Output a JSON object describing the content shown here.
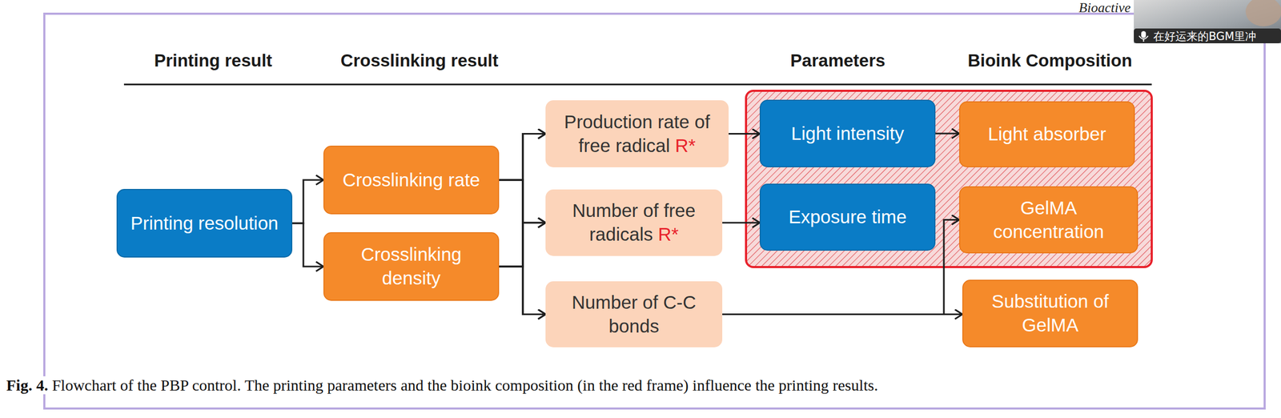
{
  "diagram": {
    "caption": "Fig. 4. Flowchart of the PBP control. The printing parameters and the bioink composition (in the red frame) influence the printing results.",
    "nodes": [
      {
        "text": [
          "Printing resolution"
        ]
      },
      {
        "text": [
          "Crosslinking rate"
        ]
      },
      {
        "text": [
          "Crosslinking density"
        ]
      },
      {
        "text": [
          "Production rate of free radical R*"
        ]
      },
      {
        "text": [
          "Number of free radicals R*"
        ]
      },
      {
        "text": [
          "Number of C-C bonds"
        ]
      },
      {
        "text": [
          "Light intensity"
        ]
      },
      {
        "text": [
          "Exposure time"
        ]
      },
      {
        "text": [
          "Light absorber"
        ]
      },
      {
        "text": [
          "GelMA concentration"
        ]
      },
      {
        "text": [
          "Substitution of GelMA"
        ]
      }
    ],
    "edges": [
      {
        "from": 0,
        "to": 1,
        "arrow": "to"
      },
      {
        "from": 0,
        "to": 2,
        "arrow": "to"
      },
      {
        "from": 1,
        "to": 3,
        "arrow": "to"
      },
      {
        "from": 1,
        "to": 4,
        "arrow": "to"
      },
      {
        "from": 1,
        "to": 5,
        "arrow": "to"
      },
      {
        "from": 2,
        "to": 3,
        "arrow": "to"
      },
      {
        "from": 2,
        "to": 4,
        "arrow": "to"
      },
      {
        "from": 2,
        "to": 5,
        "arrow": "to"
      },
      {
        "from": 3,
        "to": 6,
        "arrow": "to"
      },
      {
        "from": 4,
        "to": 7,
        "arrow": "to"
      },
      {
        "from": 6,
        "to": 8,
        "arrow": "to"
      },
      {
        "from": 5,
        "to": 10,
        "arrow": "to"
      },
      {
        "from": 5,
        "to": 9,
        "arrow": "to"
      }
    ],
    "labels": [
      "Printing result",
      "Crosslinking result",
      "Parameters",
      "Bioink Composition",
      "Bioactive",
      "在好运来的BGM里冲"
    ]
  }
}
